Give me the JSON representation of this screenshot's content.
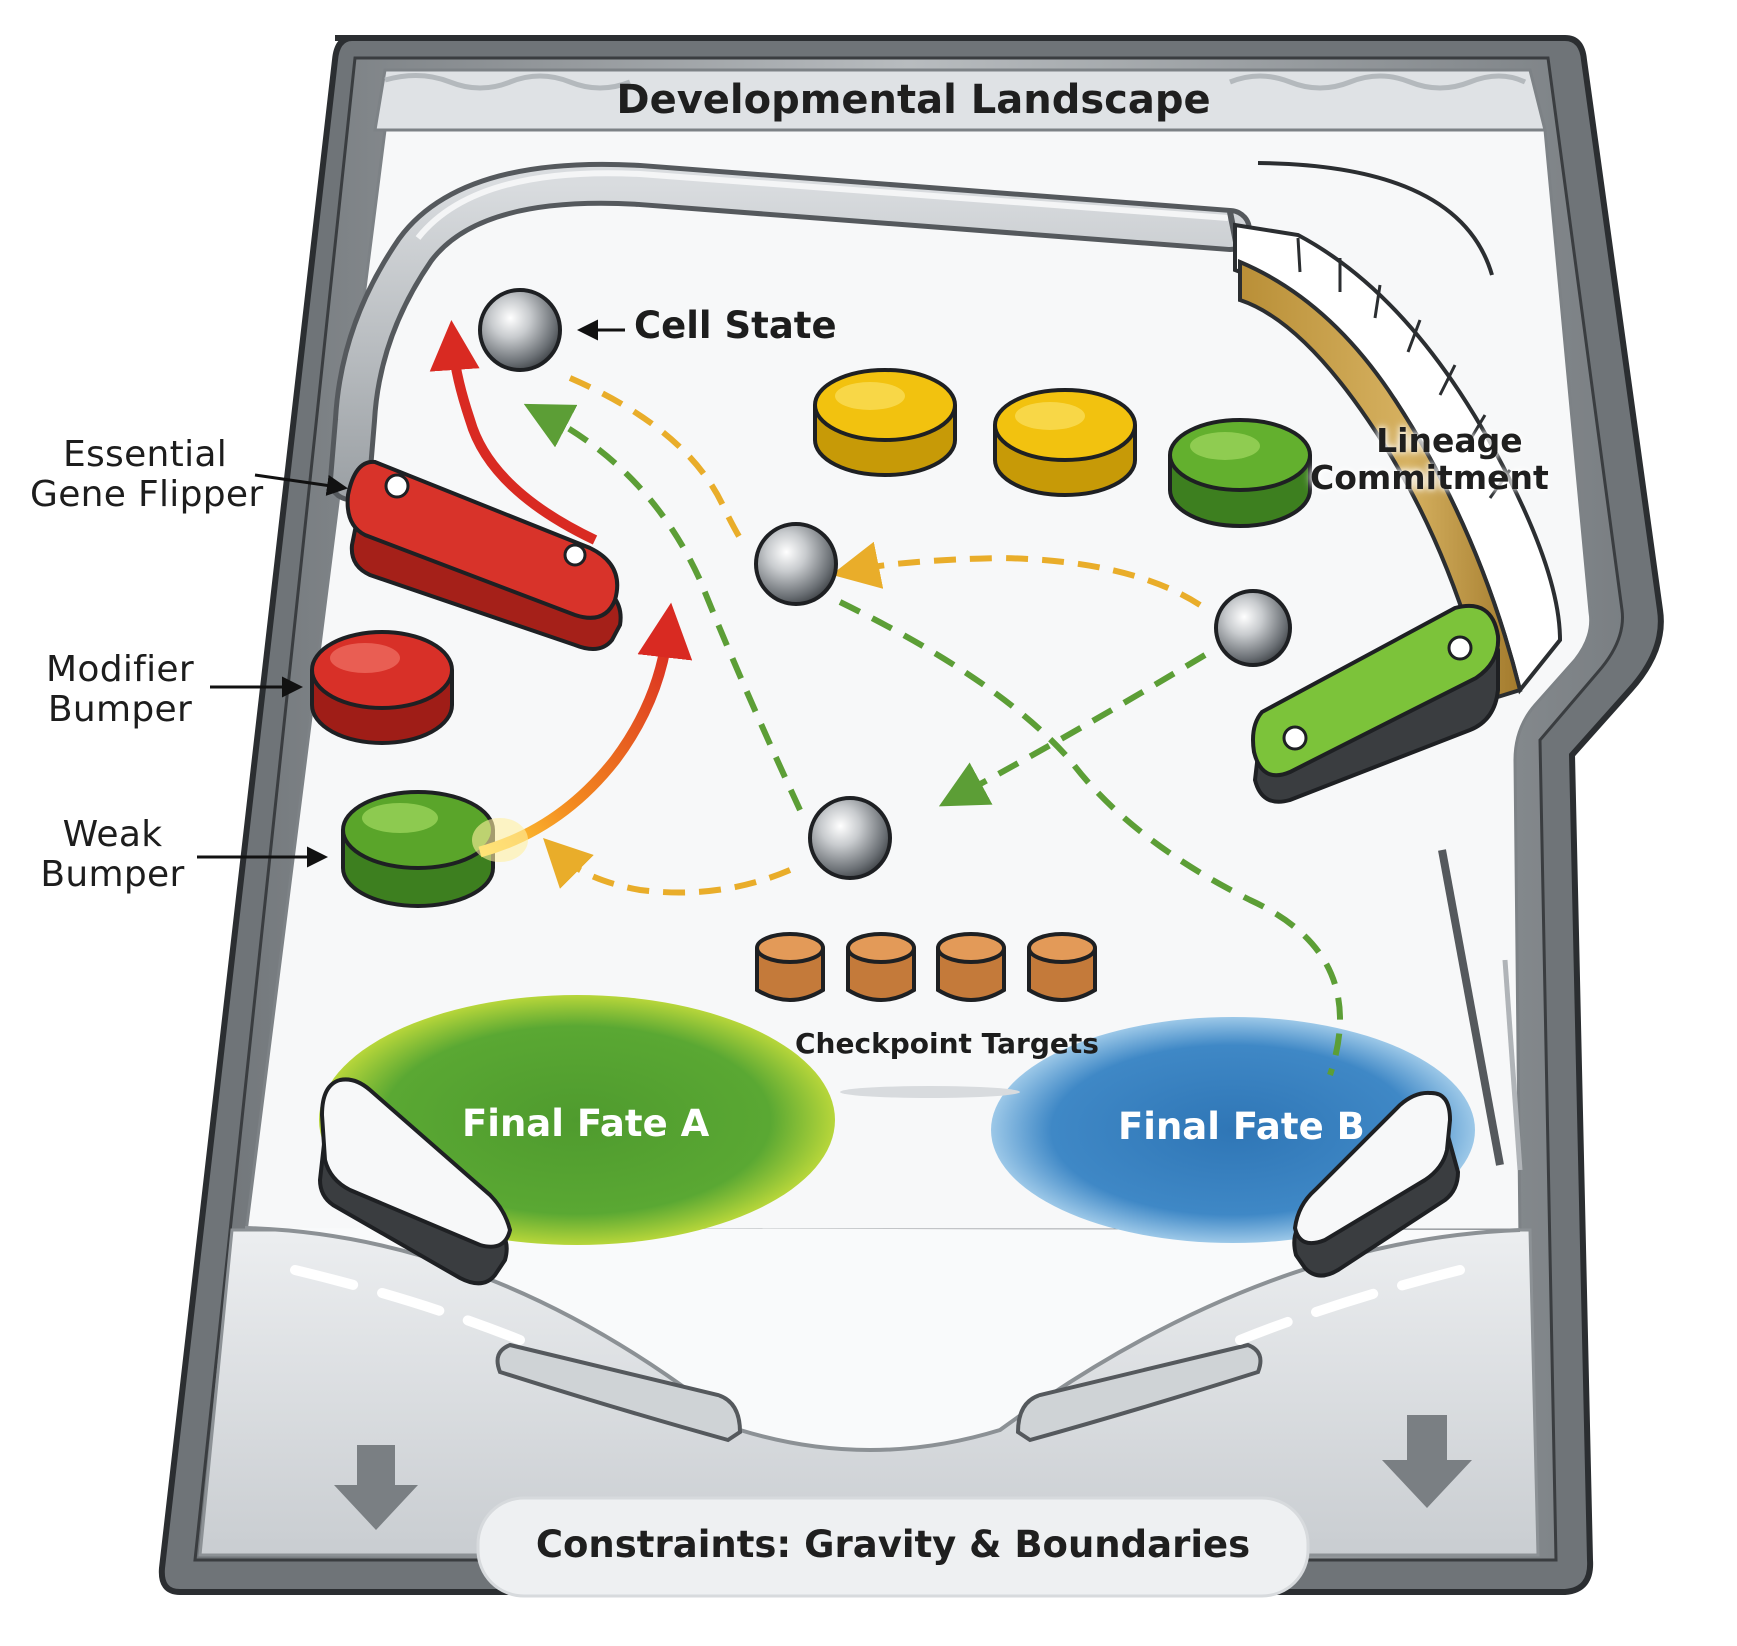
{
  "title": "Developmental Landscape",
  "labels": {
    "cell_state": "Cell State",
    "lineage_commitment_line1": "Lineage",
    "lineage_commitment_line2": "Commitment",
    "essential_flipper_line1": "Essential",
    "essential_flipper_line2": "Gene Flipper",
    "modifier_bumper_line1": "Modifier",
    "modifier_bumper_line2": "Bumper",
    "weak_bumper_line1": "Weak",
    "weak_bumper_line2": "Bumper",
    "checkpoint_targets": "Checkpoint Targets",
    "final_fate_a": "Final Fate A",
    "final_fate_b": "Final Fate B",
    "constraints": "Constraints: Gravity & Boundaries"
  },
  "colors": {
    "frame": "#8e9397",
    "playfield": "#f7f8f9",
    "essential_flipper": "#d8332a",
    "modifier_bumper": "#d83028",
    "weak_bumper": "#5aa52a",
    "yellow_bumper": "#f2c20f",
    "green_bumper": "#63b02e",
    "lineage_lane": "#c9a24a",
    "checkpoint_target": "#d98b47",
    "fate_a": "#5fa733",
    "fate_b": "#3d86c4",
    "path_green_dashed": "#5c9e36",
    "path_orange_dashed": "#e9ad2a",
    "path_red": "#d92a22"
  }
}
